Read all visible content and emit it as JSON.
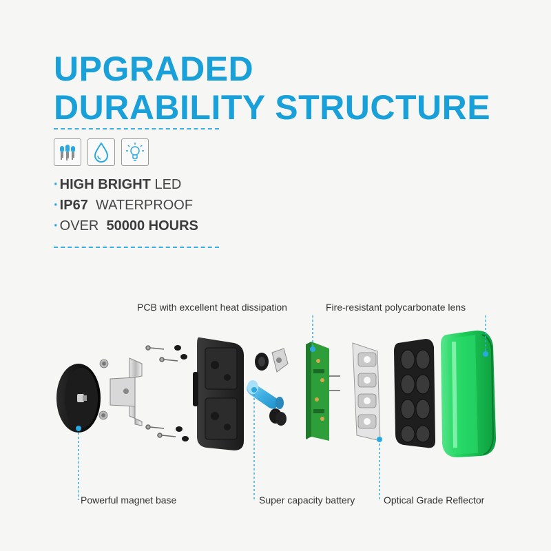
{
  "title": {
    "line1": "UPGRADED",
    "line2": "DURABILITY STRUCTURE"
  },
  "icons": [
    "led-icon",
    "water-drop-icon",
    "light-bulb-icon"
  ],
  "features": [
    {
      "bold": "HIGH BRIGHT",
      "normal": " LED",
      "bold_first": true
    },
    {
      "bold": "IP67",
      "normal": "  WATERPROOF",
      "bold_first": true
    },
    {
      "normal": "OVER  ",
      "bold": "50000 HOURS",
      "bold_first": false
    }
  ],
  "callouts": {
    "pcb": "PCB with excellent heat dissipation",
    "lens": "Fire-resistant polycarbonate lens",
    "magnet": "Powerful magnet base",
    "battery": "Super capacity battery",
    "reflector": "Optical Grade Reflector"
  },
  "colors": {
    "accent": "#1aa0d8",
    "lens_green": "#22d060",
    "pcb_green": "#2e9e3a",
    "battery_blue": "#4cb6e6",
    "housing_black": "#1e1e1e"
  }
}
